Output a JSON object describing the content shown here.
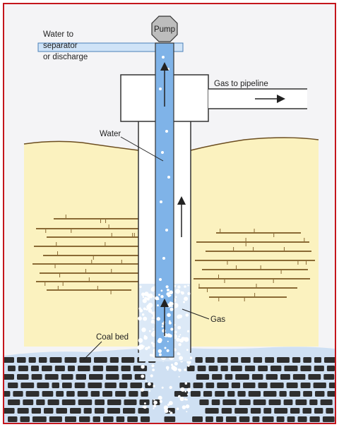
{
  "colors": {
    "frame": "#c4161c",
    "background": "#f4f4f6",
    "ground": "#fbf2bf",
    "ground_outline": "#6b4d1f",
    "strata_lines": "#8a6a35",
    "coal_bed": "#cfe0f3",
    "coal_blocks": "#2b2b2b",
    "water_pipe": "#7fb3e8",
    "casing": "#ffffff",
    "outline": "#333333",
    "pump": "#bdbdbd"
  },
  "labels": {
    "pump": "Pump",
    "water_discharge_line1": "Water to",
    "water_discharge_line2": "separator",
    "water_discharge_line3": "or discharge",
    "gas_to_pipeline": "Gas to pipeline",
    "water": "Water",
    "gas": "Gas",
    "coal_bed": "Coal bed"
  },
  "icons": {
    "pump": "octagon-pump-icon",
    "flow_arrows": "arrow-icon"
  }
}
